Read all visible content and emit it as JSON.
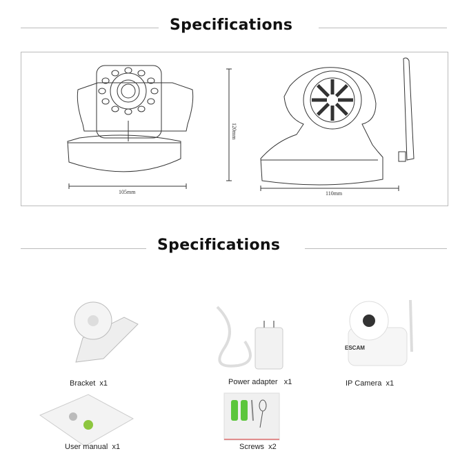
{
  "sections": [
    {
      "title": "Specifications"
    },
    {
      "title": "Specifications"
    }
  ],
  "dimensions": {
    "front_width": "105mm",
    "side_width": "110mm",
    "height": "120mm"
  },
  "package_contents": [
    {
      "label": "Bracket  x1"
    },
    {
      "label": "Power adapter   x1"
    },
    {
      "label": "IP Camera  x1"
    },
    {
      "label": "User manual  x1"
    },
    {
      "label": "Screws  x2"
    }
  ],
  "camera_logo": "ESCAM",
  "colors": {
    "accent_green": "#5cc63c",
    "line": "#333333",
    "divider": "#bbbbbb"
  }
}
